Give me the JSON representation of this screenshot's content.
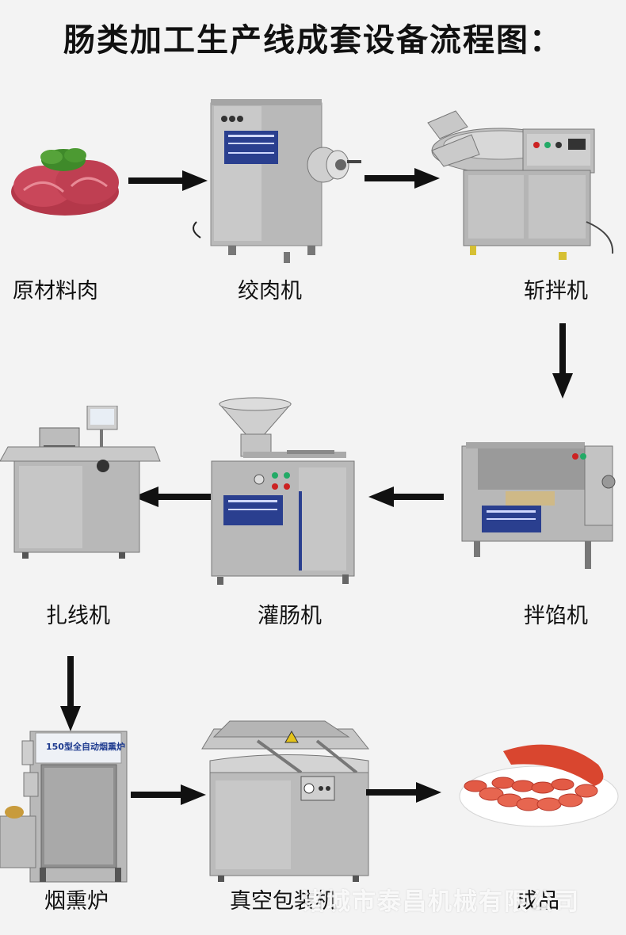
{
  "title": "肠类加工生产线成套设备流程图：",
  "steps": [
    {
      "label": "原材料肉"
    },
    {
      "label": "绞肉机"
    },
    {
      "label": "斩拌机"
    },
    {
      "label": "拌馅机"
    },
    {
      "label": "灌肠机"
    },
    {
      "label": "扎线机"
    },
    {
      "label": "烟熏炉"
    },
    {
      "label": "真空包装机"
    },
    {
      "label": "成品"
    }
  ],
  "smokehouse_sign": "150型全自动烟熏炉",
  "watermark": "诸城市泰昌机械有限公司",
  "colors": {
    "background": "#f3f3f3",
    "steel": "#b8b8b8",
    "arrow": "#111111",
    "nameplate": "#2a3f8f"
  }
}
